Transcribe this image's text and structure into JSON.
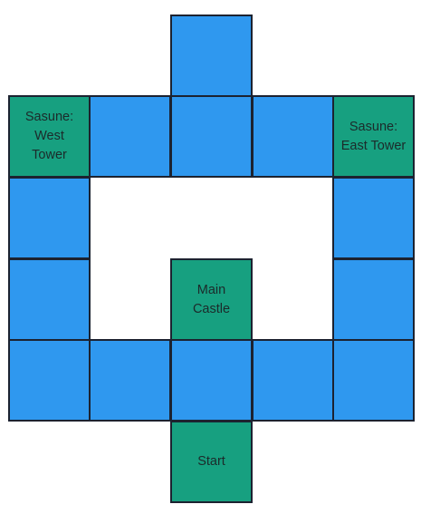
{
  "colors": {
    "path_tile": "#2f98ef",
    "location_tile": "#17a080",
    "border": "#1c2230",
    "text": "#1c2a2a"
  },
  "tiles": {
    "north": {
      "label": ""
    },
    "west_tower": {
      "label": "Sasune:\nWest\nTower"
    },
    "top_1": {
      "label": ""
    },
    "top_2": {
      "label": ""
    },
    "top_3": {
      "label": ""
    },
    "east_tower": {
      "label": "Sasune:\nEast Tower"
    },
    "left_1": {
      "label": ""
    },
    "left_2": {
      "label": ""
    },
    "right_1": {
      "label": ""
    },
    "right_2": {
      "label": ""
    },
    "main_castle": {
      "label": "Main\nCastle"
    },
    "bottom_0": {
      "label": ""
    },
    "bottom_1": {
      "label": ""
    },
    "bottom_2": {
      "label": ""
    },
    "bottom_3": {
      "label": ""
    },
    "bottom_4": {
      "label": ""
    },
    "start": {
      "label": "Start"
    }
  }
}
